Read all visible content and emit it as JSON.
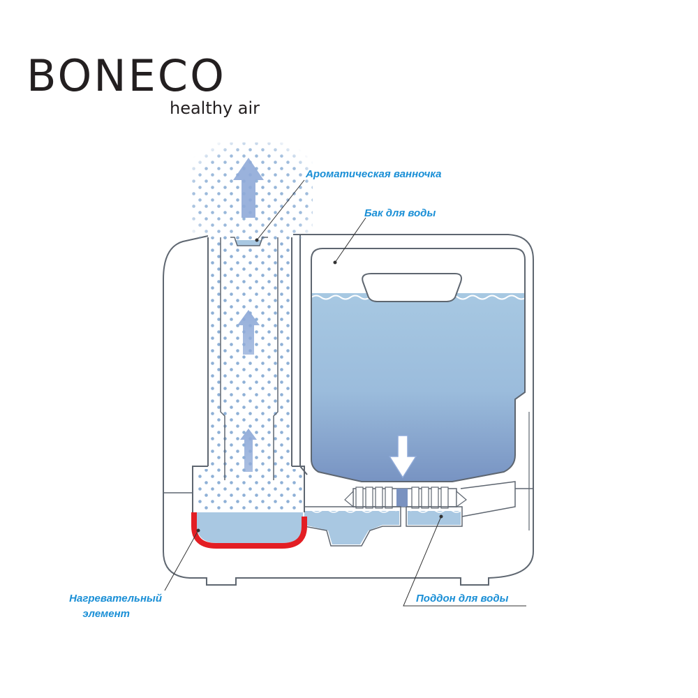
{
  "brand": {
    "logo_text": "BONECO",
    "tagline": "healthy air",
    "text_color": "#231f20"
  },
  "labels": {
    "aroma_tray": "Ароматическая ванночка",
    "water_tank": "Бак для воды",
    "heating_element_line1": "Нагревательный",
    "heating_element_line2": "элемент",
    "water_tray": "Поддон для воды"
  },
  "colors": {
    "label": "#1a8fd6",
    "outline": "#5e6670",
    "water": "#a9c8e2",
    "water_deep": "#7790c1",
    "heater": "#e31e24",
    "steam_dot": "#8eb0d6",
    "arrow": "#8faad8"
  },
  "icons": {
    "up_arrow": "up-arrow-icon",
    "down_arrow": "down-arrow-icon"
  }
}
